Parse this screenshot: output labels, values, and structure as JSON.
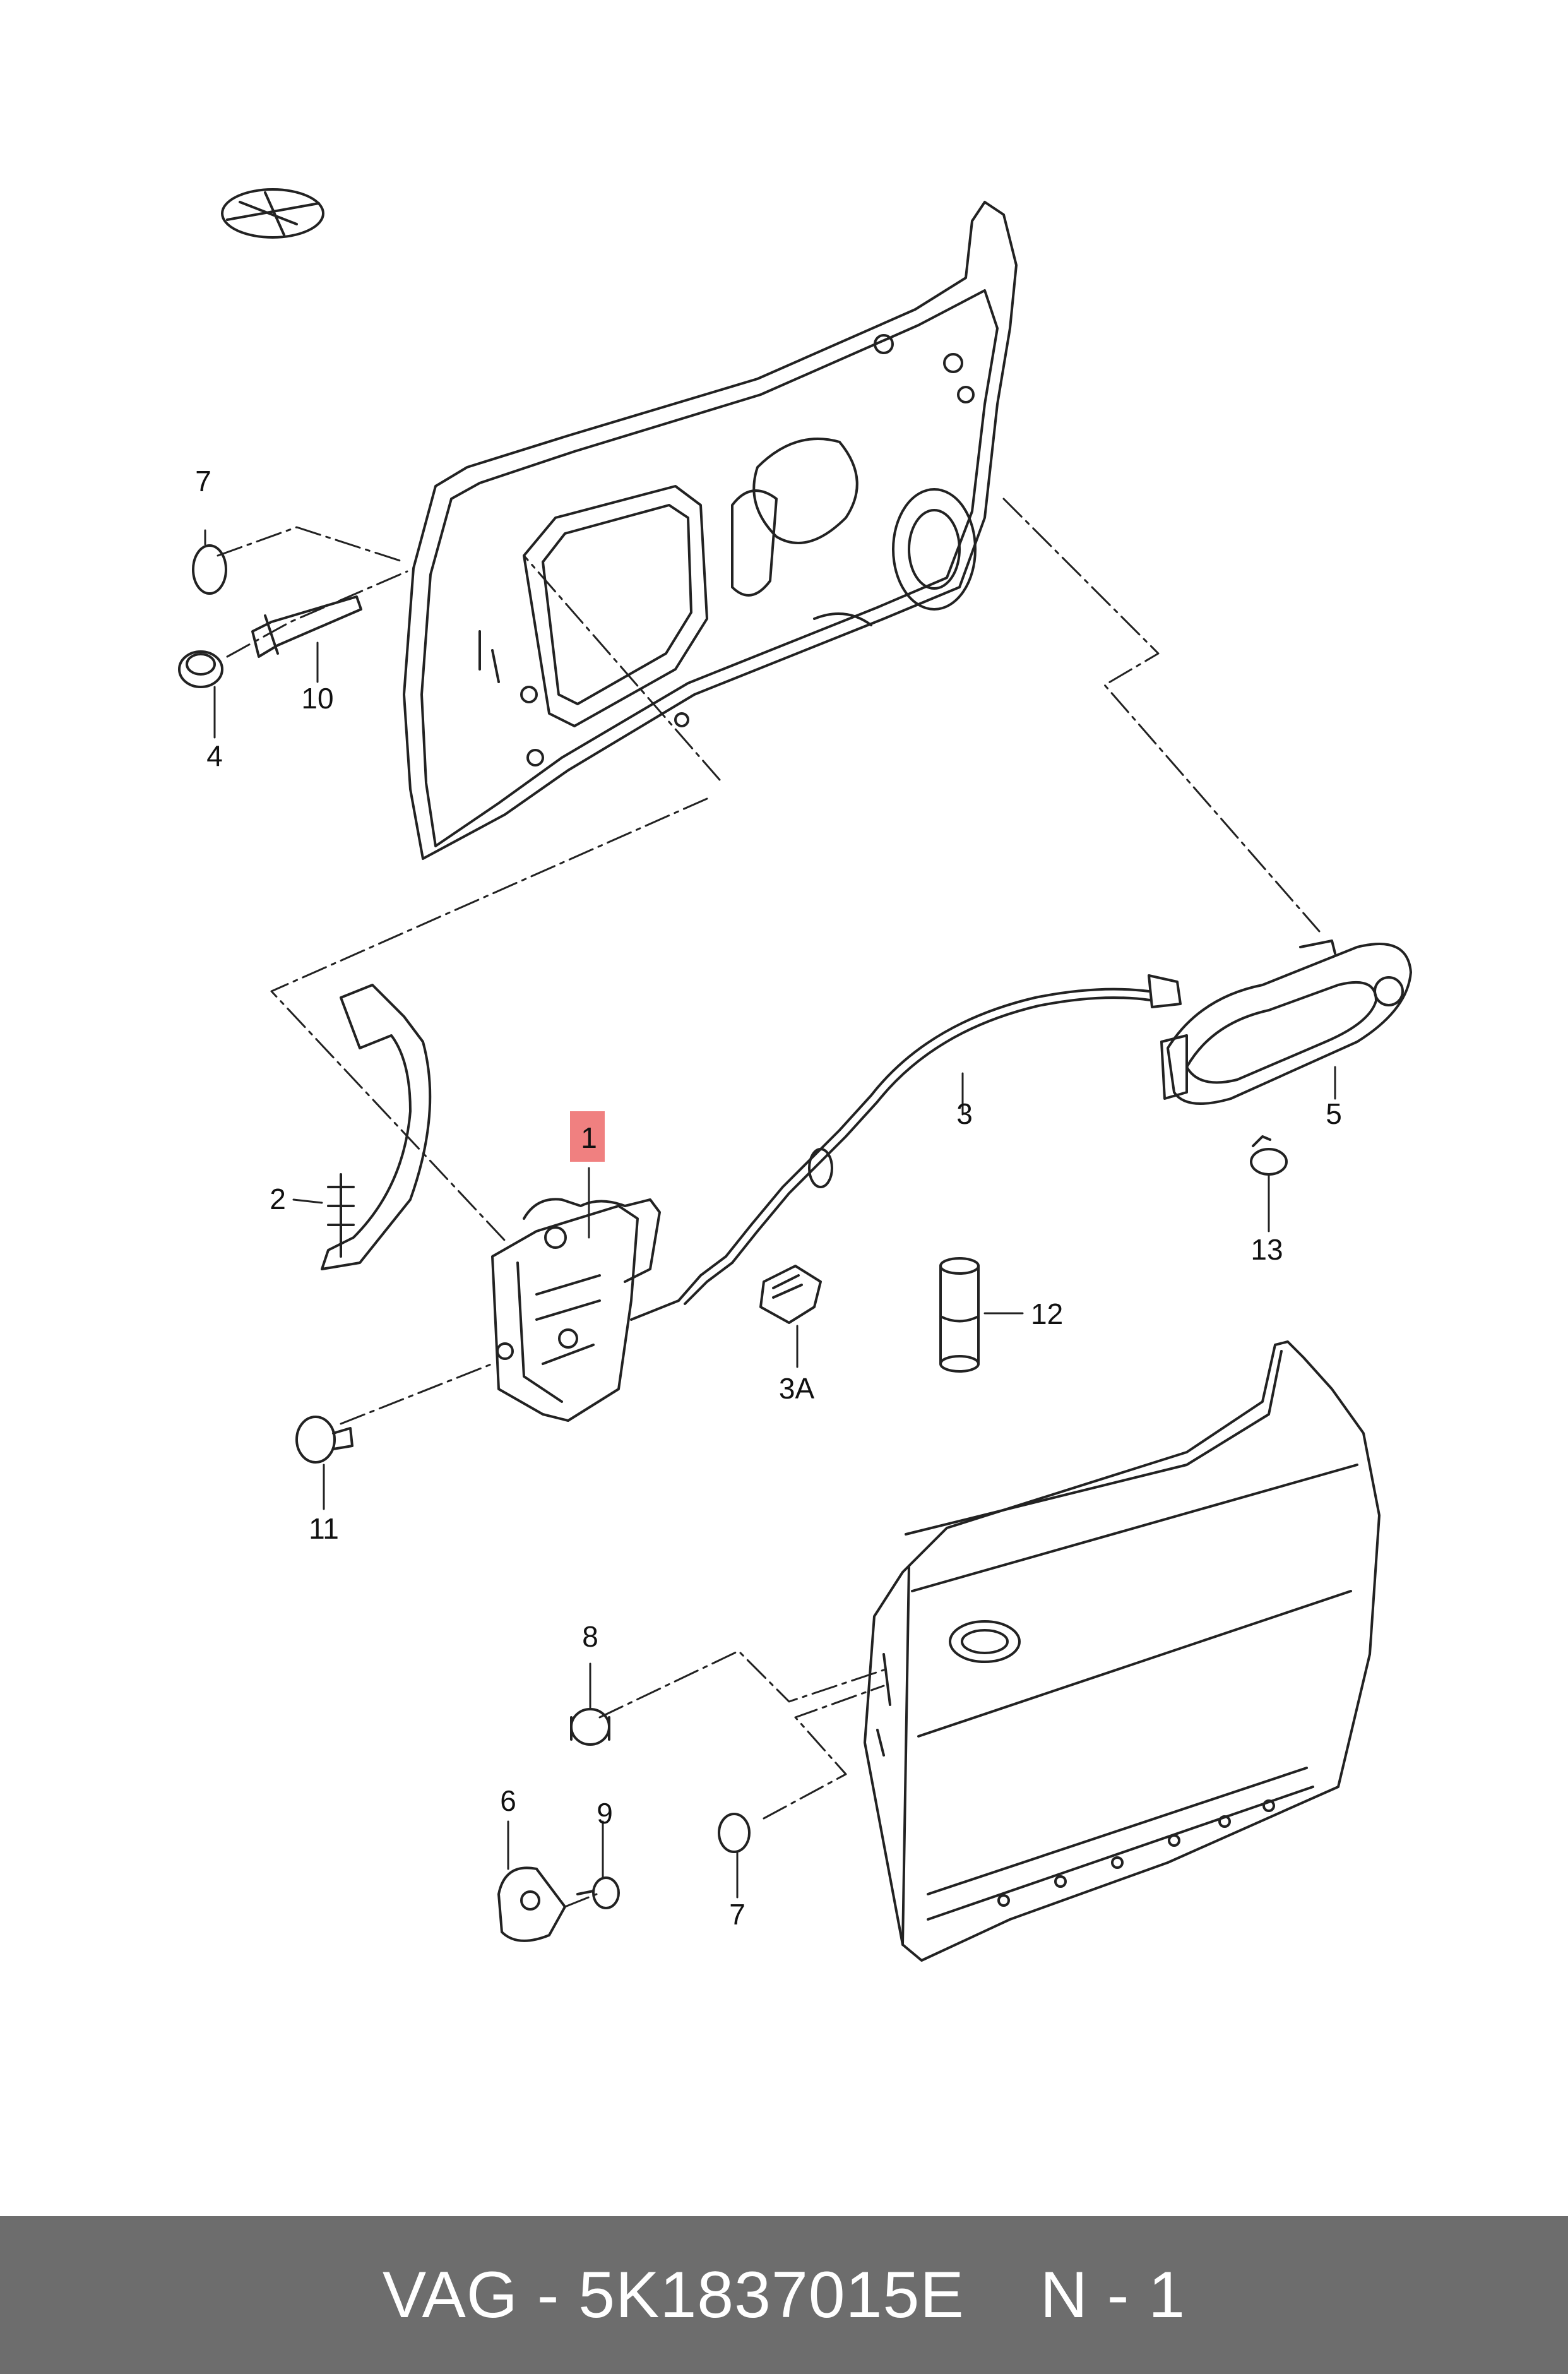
{
  "callouts": {
    "c1": "1",
    "c2": "2",
    "c3": "3",
    "c3a": "3A",
    "c4": "4",
    "c5": "5",
    "c6": "6",
    "c7_top": "7",
    "c7_bottom": "7",
    "c8": "8",
    "c9": "9",
    "c10": "10",
    "c11": "11",
    "c12": "12",
    "c13": "13"
  },
  "highlight_color": "#f08080",
  "footer": {
    "part_ref": "VAG - 5K1837015E",
    "page_ref": "N - 1",
    "background": "#6d6d6d"
  }
}
